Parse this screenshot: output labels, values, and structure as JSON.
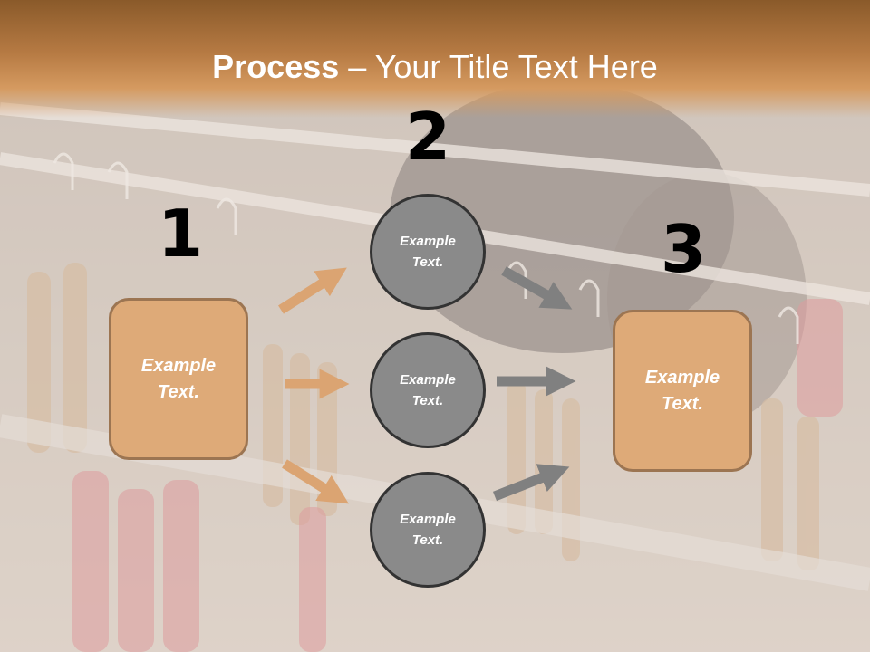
{
  "slide": {
    "title_strong": "Process",
    "title_rest": " – Your Title Text Here"
  },
  "steps": {
    "num1": "1",
    "num2": "2",
    "num3": "3"
  },
  "box_left": {
    "text": "Example Text."
  },
  "box_right": {
    "text": "Example Text."
  },
  "circles": [
    {
      "text": "Example Text."
    },
    {
      "text": "Example Text."
    },
    {
      "text": "Example Text."
    }
  ],
  "colors": {
    "header": "#b67a43",
    "box_fill": "#deaa78",
    "box_border": "#9c7552",
    "circle_fill": "#8a8a8a",
    "circle_border": "#333333",
    "arrow_tan": "#dba472",
    "arrow_gray": "#808080"
  }
}
